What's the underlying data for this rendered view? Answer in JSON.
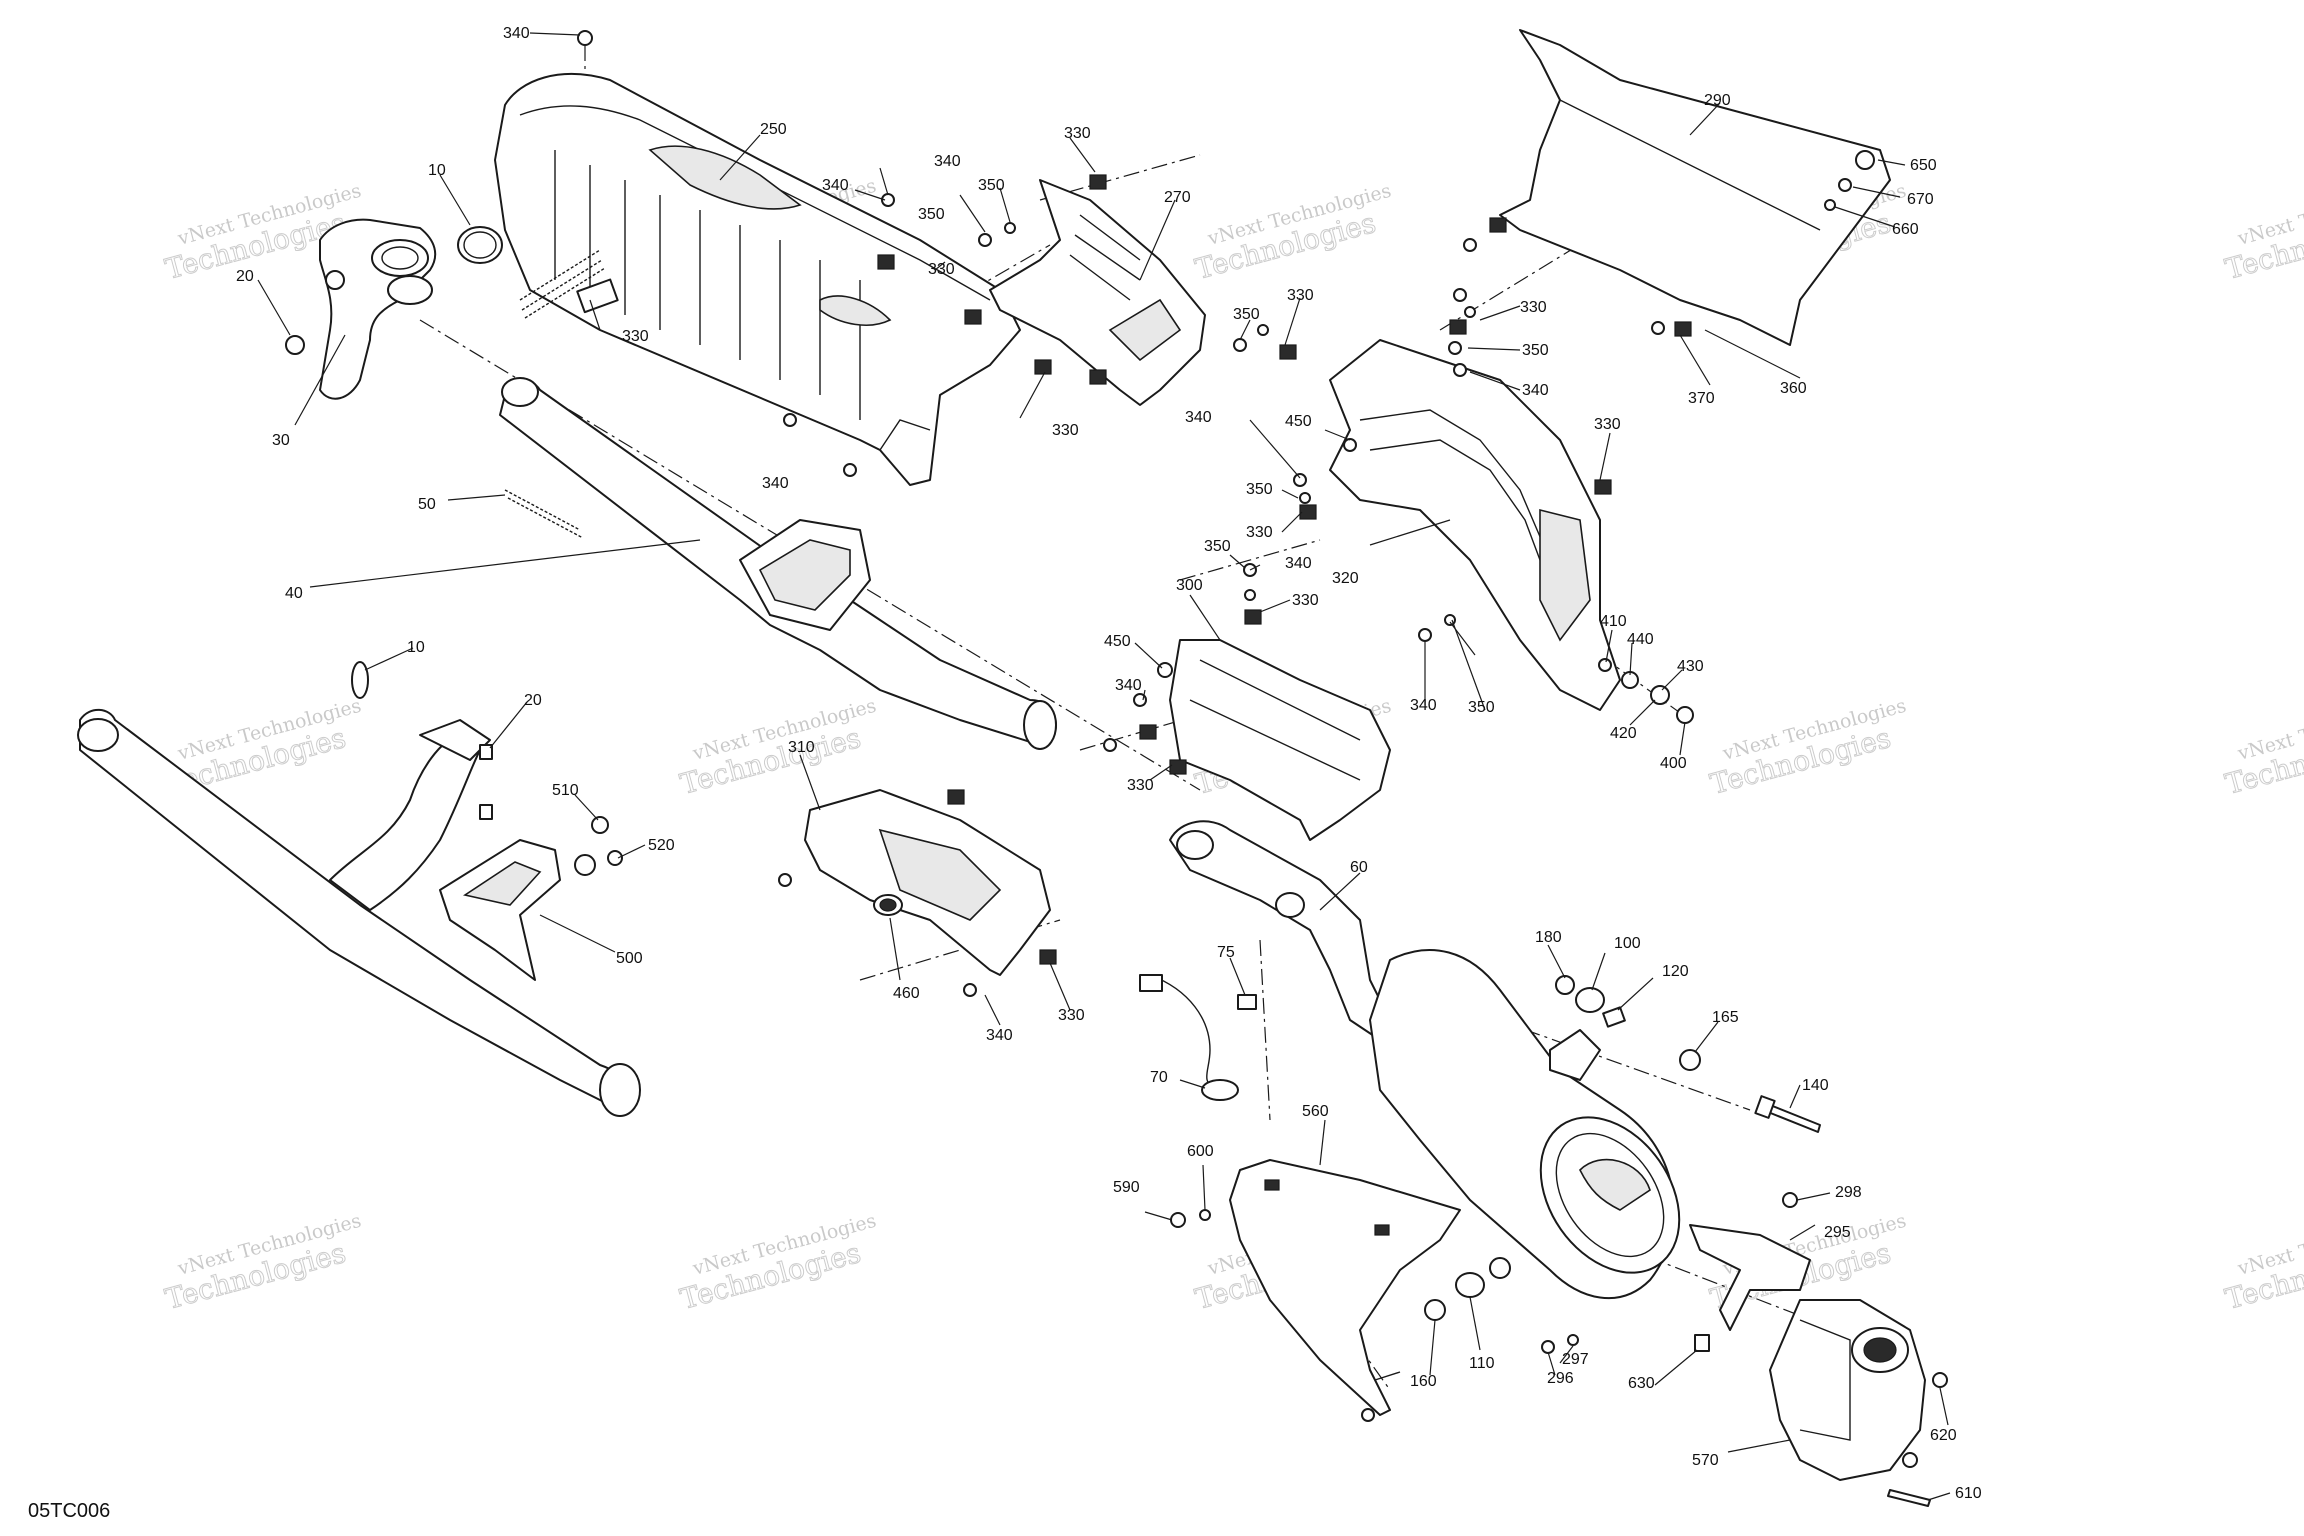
{
  "diagram_code": "05TC006",
  "watermark": {
    "line1": "vNext Technologies",
    "line2": "Technologies"
  },
  "callouts": [
    {
      "id": "c340a",
      "text": "340"
    },
    {
      "id": "c250",
      "text": "250"
    },
    {
      "id": "c10a",
      "text": "10"
    },
    {
      "id": "c20a",
      "text": "20"
    },
    {
      "id": "c30",
      "text": "30"
    },
    {
      "id": "c330a",
      "text": "330"
    },
    {
      "id": "c50",
      "text": "50"
    },
    {
      "id": "c40",
      "text": "40"
    },
    {
      "id": "c340b",
      "text": "340"
    },
    {
      "id": "c340c",
      "text": "340"
    },
    {
      "id": "c340d",
      "text": "340"
    },
    {
      "id": "c350a",
      "text": "350"
    },
    {
      "id": "c350b",
      "text": "350"
    },
    {
      "id": "c330b",
      "text": "330"
    },
    {
      "id": "c330c",
      "text": "330"
    },
    {
      "id": "c270",
      "text": "270"
    },
    {
      "id": "c330d",
      "text": "330"
    },
    {
      "id": "c290",
      "text": "290"
    },
    {
      "id": "c650",
      "text": "650"
    },
    {
      "id": "c670",
      "text": "670"
    },
    {
      "id": "c660",
      "text": "660"
    },
    {
      "id": "c370",
      "text": "370"
    },
    {
      "id": "c360",
      "text": "360"
    },
    {
      "id": "c350c",
      "text": "350"
    },
    {
      "id": "c330e",
      "text": "330"
    },
    {
      "id": "c330f",
      "text": "330"
    },
    {
      "id": "c350d",
      "text": "350"
    },
    {
      "id": "c340e",
      "text": "340"
    },
    {
      "id": "c340f",
      "text": "340"
    },
    {
      "id": "c450a",
      "text": "450"
    },
    {
      "id": "c350e",
      "text": "350"
    },
    {
      "id": "c330g",
      "text": "330"
    },
    {
      "id": "c330h",
      "text": "330"
    },
    {
      "id": "c320",
      "text": "320"
    },
    {
      "id": "c350f",
      "text": "350"
    },
    {
      "id": "c340g",
      "text": "340"
    },
    {
      "id": "c330i",
      "text": "330"
    },
    {
      "id": "c300",
      "text": "300"
    },
    {
      "id": "c450b",
      "text": "450"
    },
    {
      "id": "c340h",
      "text": "340"
    },
    {
      "id": "c330j",
      "text": "330"
    },
    {
      "id": "c340i",
      "text": "340"
    },
    {
      "id": "c350g",
      "text": "350"
    },
    {
      "id": "c410",
      "text": "410"
    },
    {
      "id": "c440",
      "text": "440"
    },
    {
      "id": "c430",
      "text": "430"
    },
    {
      "id": "c420",
      "text": "420"
    },
    {
      "id": "c400",
      "text": "400"
    },
    {
      "id": "c10b",
      "text": "10"
    },
    {
      "id": "c20b",
      "text": "20"
    },
    {
      "id": "c510",
      "text": "510"
    },
    {
      "id": "c520",
      "text": "520"
    },
    {
      "id": "c500",
      "text": "500"
    },
    {
      "id": "c310",
      "text": "310"
    },
    {
      "id": "c460",
      "text": "460"
    },
    {
      "id": "c340j",
      "text": "340"
    },
    {
      "id": "c330k",
      "text": "330"
    },
    {
      "id": "c60",
      "text": "60"
    },
    {
      "id": "c75",
      "text": "75"
    },
    {
      "id": "c70",
      "text": "70"
    },
    {
      "id": "c180",
      "text": "180"
    },
    {
      "id": "c100",
      "text": "100"
    },
    {
      "id": "c120",
      "text": "120"
    },
    {
      "id": "c165",
      "text": "165"
    },
    {
      "id": "c140",
      "text": "140"
    },
    {
      "id": "c560",
      "text": "560"
    },
    {
      "id": "c600",
      "text": "600"
    },
    {
      "id": "c590",
      "text": "590"
    },
    {
      "id": "c298",
      "text": "298"
    },
    {
      "id": "c295",
      "text": "295"
    },
    {
      "id": "c297",
      "text": "297"
    },
    {
      "id": "c296",
      "text": "296"
    },
    {
      "id": "c630",
      "text": "630"
    },
    {
      "id": "c160",
      "text": "160"
    },
    {
      "id": "c110",
      "text": "110"
    },
    {
      "id": "c570",
      "text": "570"
    },
    {
      "id": "c620",
      "text": "620"
    },
    {
      "id": "c610",
      "text": "610"
    }
  ]
}
